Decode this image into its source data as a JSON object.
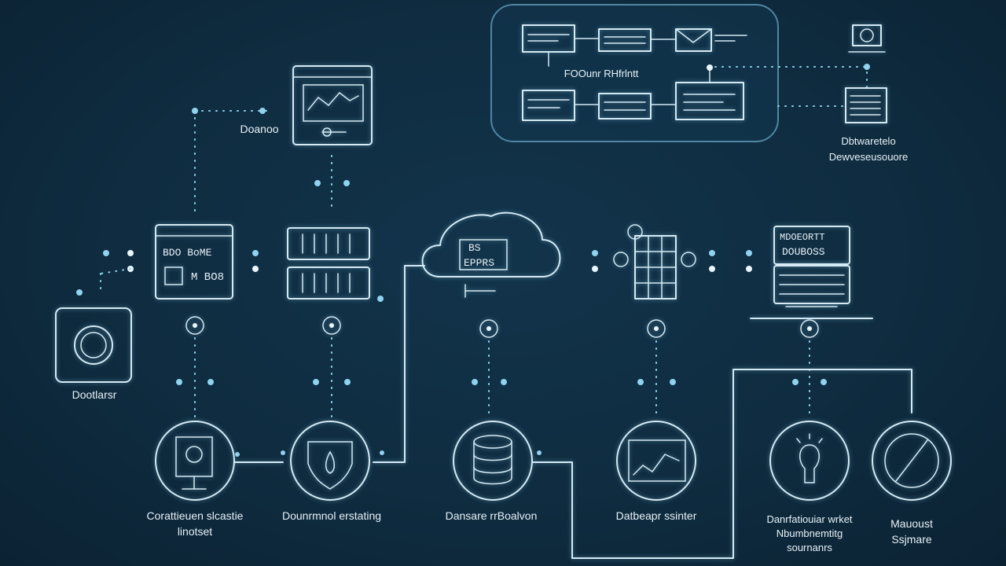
{
  "labels": {
    "control": "Dootlarsr",
    "dashboard": "Doanoo",
    "devices": "Dbtwaretelo\nDewveseusouore",
    "flow_title": "FOOunr RHfrlntt",
    "endpoint": "Corattieuen slcastie\nlinotset",
    "encryption": "Dounrmnol erstating",
    "database": "Dansare rrBoalvon",
    "dashboard_screen": "Datbeapr ssinter",
    "insights": "Danrfatiouiar wrket\nNbumbnemtitg\nsournanrs",
    "security": "Mauoust\nSsjmare"
  },
  "screen_text": {
    "server_panel_row1": "BDO BoME",
    "server_panel_row2": "M BO8",
    "cloud_tag1": "BS",
    "cloud_tag2": "EPPRS",
    "monitor_row1": "MDOEORTT",
    "monitor_row2": "DOUBOSS"
  },
  "colors": {
    "background": "#0f2c40",
    "line": "#d6eaf4",
    "accent_dot": "#8fd3ef",
    "panel_border": "#4f86a2"
  }
}
